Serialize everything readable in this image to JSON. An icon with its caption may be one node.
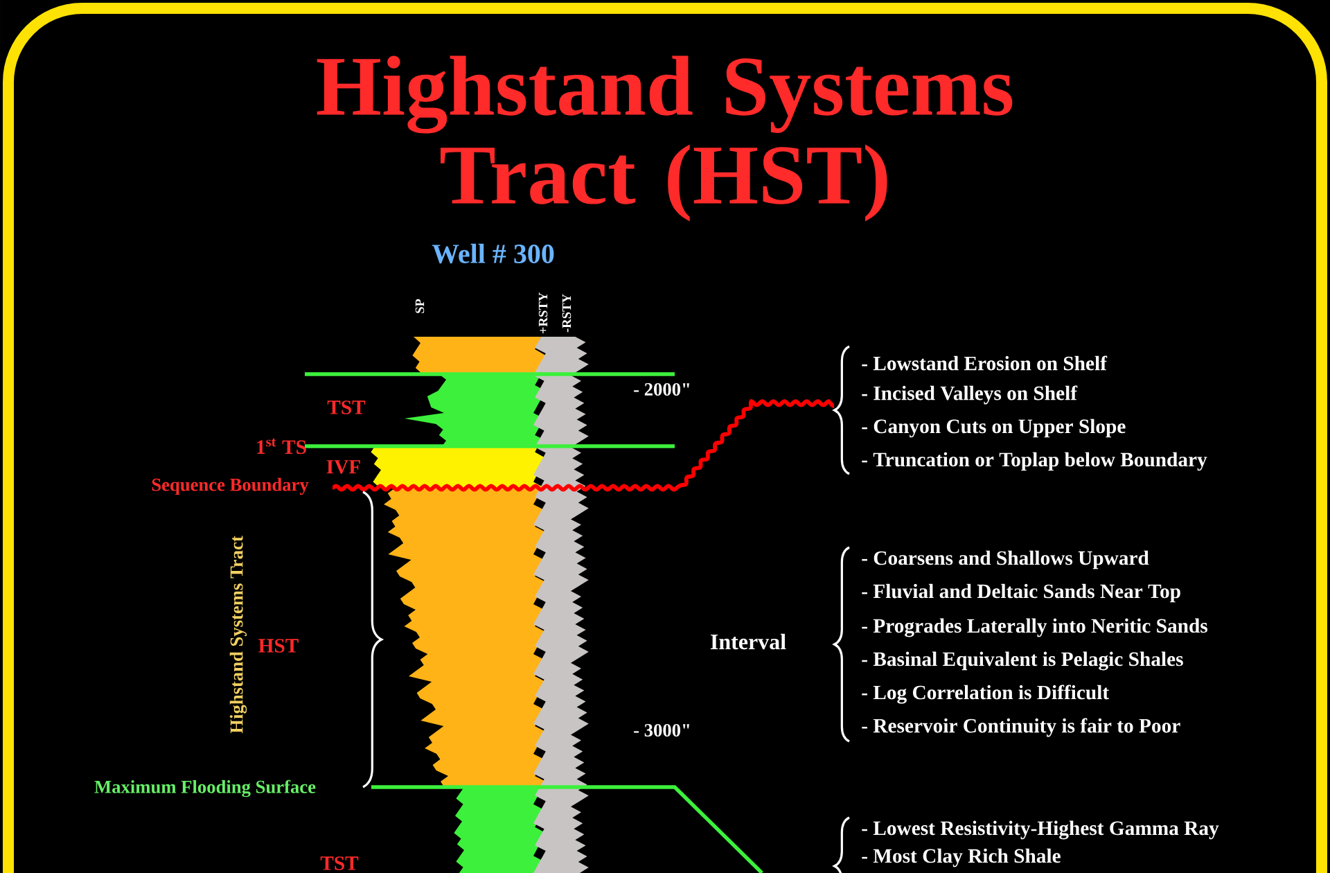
{
  "diagram": {
    "title": "Highstand Systems Tract (HST)",
    "labels": [
      "Well # 300",
      "SP",
      "+RSTY",
      "-RSTY",
      "TST",
      "- 2000\"",
      "1$^{st}$ TS",
      "IVF",
      "Sequence Boundary",
      "- Lowstand Erosion on Shelf",
      "- Incised Valleys  on Shelf",
      "- Canyon Cuts on Upper Slope",
      "- Truncation or Toplap below Boundary",
      "Highstand Systems Tract",
      "HST",
      "Interval",
      "- Coarsens and Shallows Upward",
      "- Fluvial and Deltaic Sands Near Top",
      "- Progrades Laterally into Neritic Sands",
      "- Basinal Equivalent is Pelagic Shales",
      "- Log Correlation is Difficult",
      "- Reservoir Continuity is fair to Poor",
      "- 3000\"",
      "Maximum Flooding Surface",
      "TST",
      "- Lowest Resistivity-Highest Gamma Ray",
      "- Most Clay Rich Shale"
    ]
  }
}
